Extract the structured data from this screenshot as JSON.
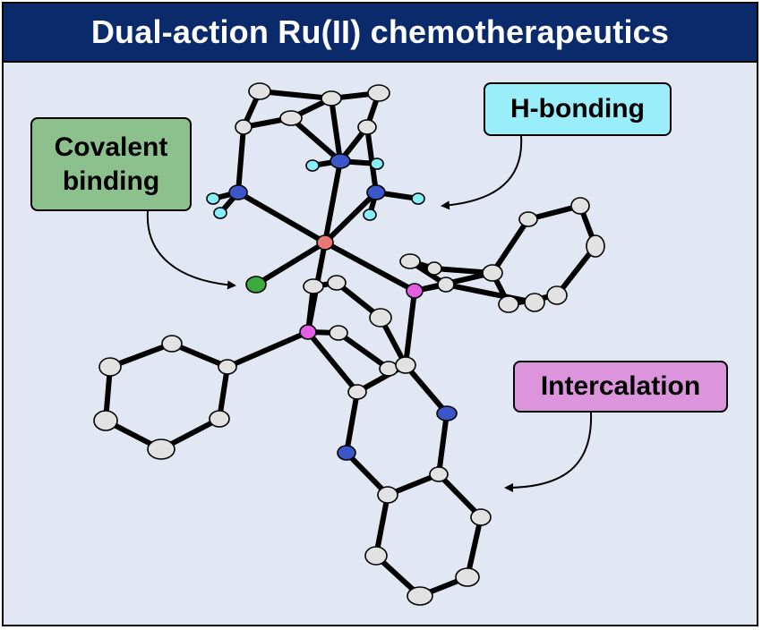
{
  "title": "Dual-action Ru(II) chemotherapeutics",
  "labels": {
    "covalent_line1": "Covalent",
    "covalent_line2": "binding",
    "hbonding": "H-bonding",
    "intercalation": "Intercalation"
  },
  "colors": {
    "title_bg": "#0b2a6b",
    "panel_bg": "#e1e8f4",
    "covalent_box": "#8cc08c",
    "hbond_box": "#99eef9",
    "intercalation_box": "#dc95dc",
    "metal_ru": "#e87878",
    "chlorine": "#3caa3c",
    "phosphorus": "#e25ee2",
    "nitrogen": "#3a56c9",
    "hydrogen": "#86eef8",
    "carbon": "#e2e2e2"
  }
}
